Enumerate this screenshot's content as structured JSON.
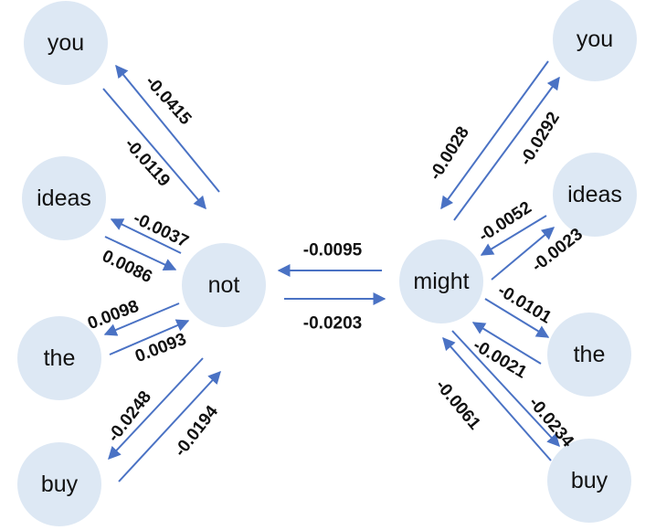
{
  "colors": {
    "node_fill": "#dde8f4",
    "edge": "#4a72c4",
    "text": "#111111"
  },
  "nodes": {
    "you_left": "you",
    "ideas_left": "ideas",
    "the_left": "the",
    "buy_left": "buy",
    "not": "not",
    "might": "might",
    "you_right": "you",
    "ideas_right": "ideas",
    "the_right": "the",
    "buy_right": "buy"
  },
  "edges": {
    "not_to_you": "-0.0415",
    "you_to_not": "-0.0119",
    "not_to_ideas": "-0.0037",
    "ideas_to_not": "0.0086",
    "not_to_the": "0.0098",
    "the_to_not": "0.0093",
    "not_to_buy": "-0.0248",
    "buy_to_not": "-0.0194",
    "might_to_not": "-0.0095",
    "not_to_might": "-0.0203",
    "you_to_might": "-0.0028",
    "might_to_you": "-0.0292",
    "ideas_to_might": "-0.0052",
    "might_to_ideas": "-0.0023",
    "might_to_the": "-0.0101",
    "the_to_might": "-0.0021",
    "buy_to_might": "-0.0061",
    "might_to_buy": "-0.0234"
  }
}
